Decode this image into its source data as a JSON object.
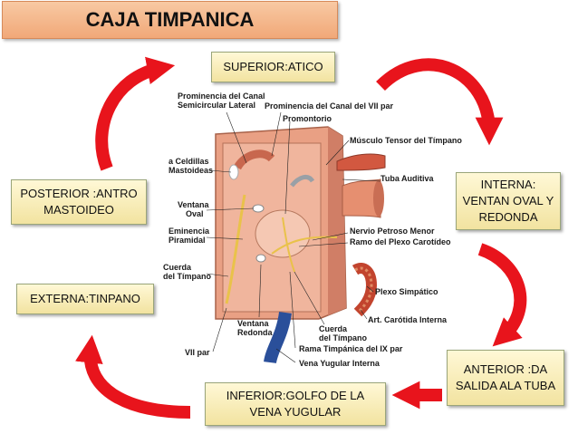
{
  "title": "CAJA TIMPANICA",
  "boxes": {
    "superior": "SUPERIOR:ATICO",
    "posterior": "POSTERIOR :ANTRO MASTOIDEO",
    "interna": "INTERNA: VENTAN OVAL Y REDONDA",
    "externa": "EXTERNA:TINPANO",
    "anterior": "ANTERIOR :DA SALIDA ALA TUBA",
    "inferior": "INFERIOR:GOLFO DE LA VENA YUGULAR"
  },
  "labels": {
    "prominencia_canal": "Prominencia del Canal",
    "semicircular": "Semicircular Lateral",
    "prominencia_vii": "Prominencia del Canal del VII par",
    "promontorio": "Promontorio",
    "musculo": "Músculo Tensor del Tímpano",
    "celdillas": "a Celdillas",
    "mastoideas": "Mastoideas",
    "tuba": "Tuba Auditiva",
    "ventana": "Ventana",
    "oval": "Oval",
    "eminencia": "Eminencia",
    "piramidal": "Piramidal",
    "nervio": "Nervio Petroso Menor",
    "ramo": "Ramo del Plexo Carotídeo",
    "cuerda": "Cuerda",
    "del_timpano": "del Tímpano",
    "plexo": "Plexo Simpático",
    "art": "Art. Carótida Interna",
    "ventana2": "Ventana",
    "redonda": "Redonda",
    "cuerda2": "Cuerda",
    "del_timpano2": "del Tímpano",
    "vii_par": "VII par",
    "rama": "Rama Timpánica del IX par",
    "vena": "Vena Yugular Interna"
  }
}
